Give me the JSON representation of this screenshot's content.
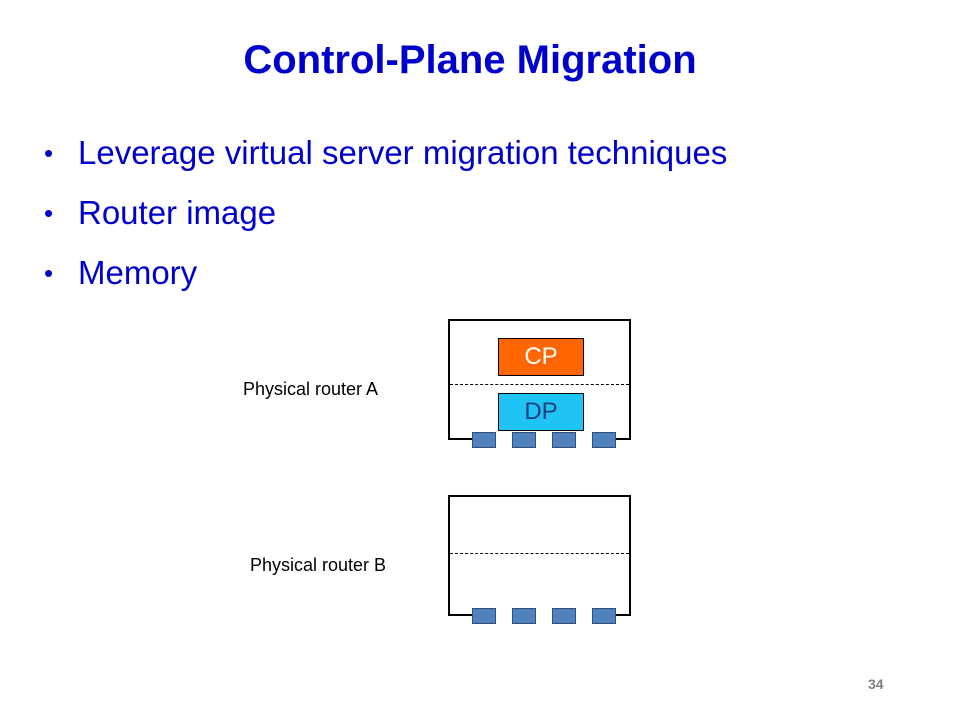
{
  "title": "Control-Plane Migration",
  "bullets": [
    "Leverage virtual server migration techniques",
    "Router image",
    "Memory"
  ],
  "bullet_glyph": "•",
  "diagram": {
    "router_a": {
      "label": "Physical router A",
      "control_plane": "CP",
      "data_plane": "DP"
    },
    "router_b": {
      "label": "Physical router B"
    }
  },
  "page_number": "34",
  "colors": {
    "title": "#0000cc",
    "bullet_text": "#0000cc",
    "cp_fill": "#ff6600",
    "cp_text": "#ffffff",
    "dp_fill": "#1fc4f4",
    "dp_text": "#1f3f7f",
    "port_fill": "#4f81bd"
  }
}
